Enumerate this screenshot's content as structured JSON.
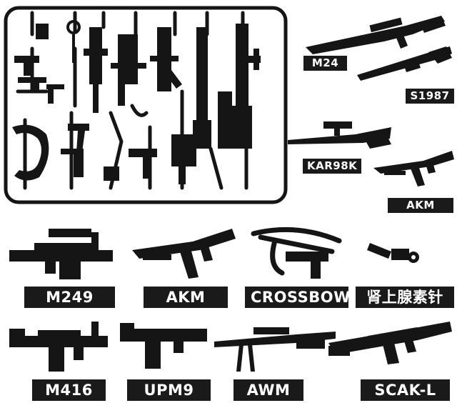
{
  "labels": {
    "m24": "M24",
    "s1987": "S1987",
    "kar98k": "KAR98K",
    "akm_top": "AKM",
    "m249": "M249",
    "akm": "AKM",
    "crossbow": "CROSSBOW",
    "adrenaline": "肾上腺素针",
    "m416": "M416",
    "upm9": "UPM9",
    "awm": "AWM",
    "scakl": "SCAK-L"
  },
  "colors": {
    "part": "#151515",
    "label_bg": "#1a1a1a",
    "label_text": "#ffffff",
    "background": "#ffffff"
  }
}
